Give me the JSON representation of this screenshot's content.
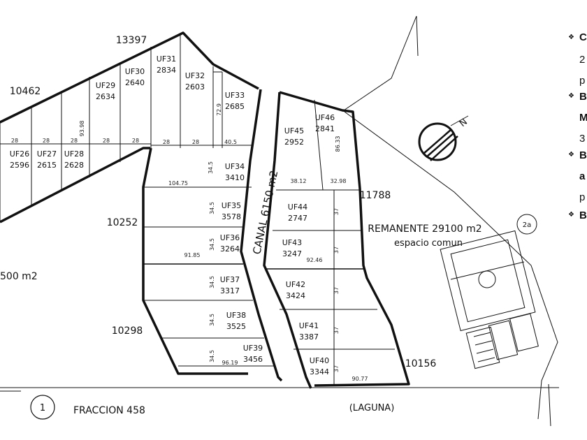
{
  "lots": [
    {
      "id": "UF26",
      "area": "2596"
    },
    {
      "id": "UF27",
      "area": "2615"
    },
    {
      "id": "UF28",
      "area": "2628"
    },
    {
      "id": "UF29",
      "area": "2634"
    },
    {
      "id": "UF30",
      "area": "2640"
    },
    {
      "id": "UF31",
      "area": "2834"
    },
    {
      "id": "UF32",
      "area": "2603"
    },
    {
      "id": "UF33",
      "area": "2685"
    },
    {
      "id": "UF34",
      "area": "3410"
    },
    {
      "id": "UF35",
      "area": "3578"
    },
    {
      "id": "UF36",
      "area": "3264"
    },
    {
      "id": "UF37",
      "area": "3317"
    },
    {
      "id": "UF38",
      "area": "3525"
    },
    {
      "id": "UF39",
      "area": "3456"
    },
    {
      "id": "UF40",
      "area": "3344"
    },
    {
      "id": "UF41",
      "area": "3387"
    },
    {
      "id": "UF42",
      "area": "3424"
    },
    {
      "id": "UF43",
      "area": "3247"
    },
    {
      "id": "UF44",
      "area": "2747"
    },
    {
      "id": "UF45",
      "area": "2952"
    },
    {
      "id": "UF46",
      "area": "2841"
    }
  ],
  "parcels": {
    "p13397": "13397",
    "p10462": "10462",
    "p10252": "10252",
    "p10298": "10298",
    "p11788": "11788",
    "p10156": "10156",
    "left_area": "500 m2"
  },
  "dimensions": {
    "d28a": "28",
    "d28b": "28",
    "d28c": "28",
    "d28d": "28",
    "d28e": "28",
    "d28f": "28",
    "d28g": "28",
    "d40_5": "40.5",
    "d93_98": "93.98",
    "d72_9": "72.9",
    "d104_75": "104.75",
    "d34_5a": "34.5",
    "d34_5b": "34.5",
    "d34_5c": "34.5",
    "d34_5d": "34.5",
    "d34_5e": "34.5",
    "d34_5f": "34.5",
    "d91_85": "91.85",
    "d96_19": "96.19",
    "d38_12": "38.12",
    "d32_98": "32.98",
    "d86_33": "86.33",
    "d37a": "37",
    "d37b": "37",
    "d37c": "37",
    "d37d": "37",
    "d37e": "37",
    "d92_46": "92.46",
    "d90_77": "90.77"
  },
  "canal": "CANAL 6150 m2",
  "remanente": {
    "title": "REMANENTE 29100 m2",
    "subtitle": "espacio comun"
  },
  "fraccion": {
    "number": "1",
    "label": "FRACCION 458"
  },
  "laguna": "(LAGUNA)",
  "marker_2a": "2a",
  "north_label": "N",
  "side_items": [
    {
      "bullet": "❖",
      "text": "C"
    },
    {
      "bullet": "",
      "text": "2"
    },
    {
      "bullet": "",
      "text": "p"
    },
    {
      "bullet": "❖",
      "text": "B"
    },
    {
      "bullet": "",
      "text": "M"
    },
    {
      "bullet": "",
      "text": "3"
    },
    {
      "bullet": "❖",
      "text": "B"
    },
    {
      "bullet": "",
      "text": "a"
    },
    {
      "bullet": "",
      "text": "p"
    },
    {
      "bullet": "❖",
      "text": "B"
    }
  ]
}
